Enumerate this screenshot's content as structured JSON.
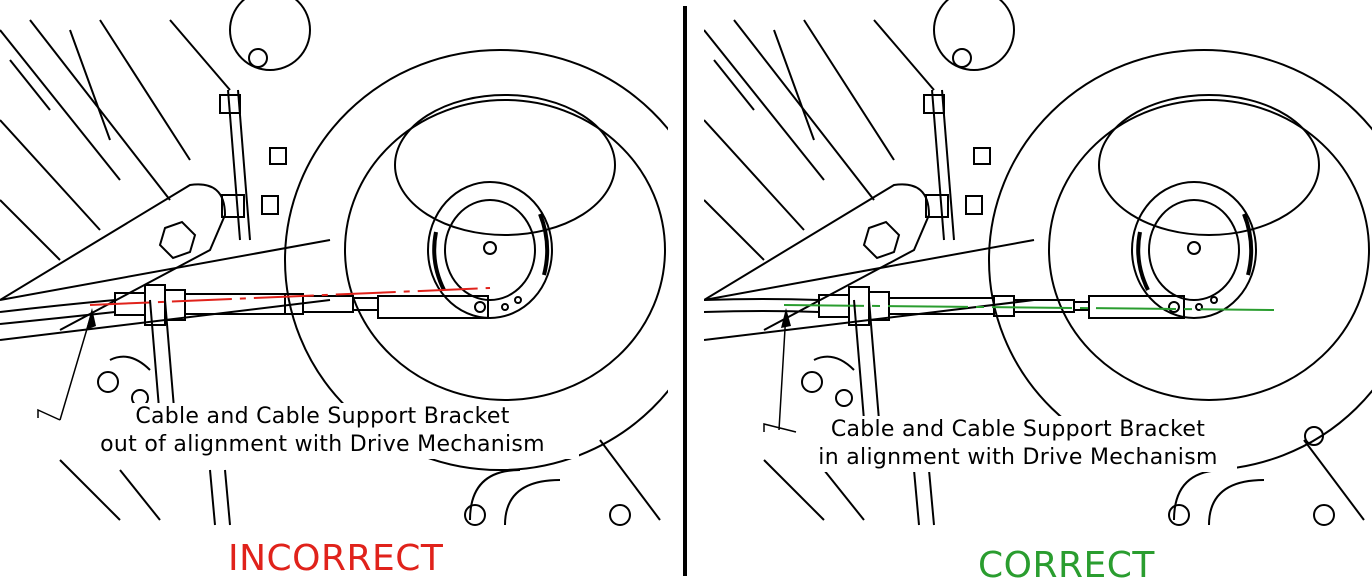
{
  "left_panel": {
    "callout_line1": "Cable and Cable Support Bracket",
    "callout_line2": "out of alignment with Drive Mechanism",
    "verdict": "INCORRECT",
    "verdict_color": "#e0221b",
    "alignment_line_color": "#e0221b"
  },
  "right_panel": {
    "callout_line1": "Cable and Cable Support Bracket",
    "callout_line2": "in alignment with Drive Mechanism",
    "verdict": "CORRECT",
    "verdict_color": "#2a9d2f",
    "alignment_line_color": "#2a9d2f"
  }
}
